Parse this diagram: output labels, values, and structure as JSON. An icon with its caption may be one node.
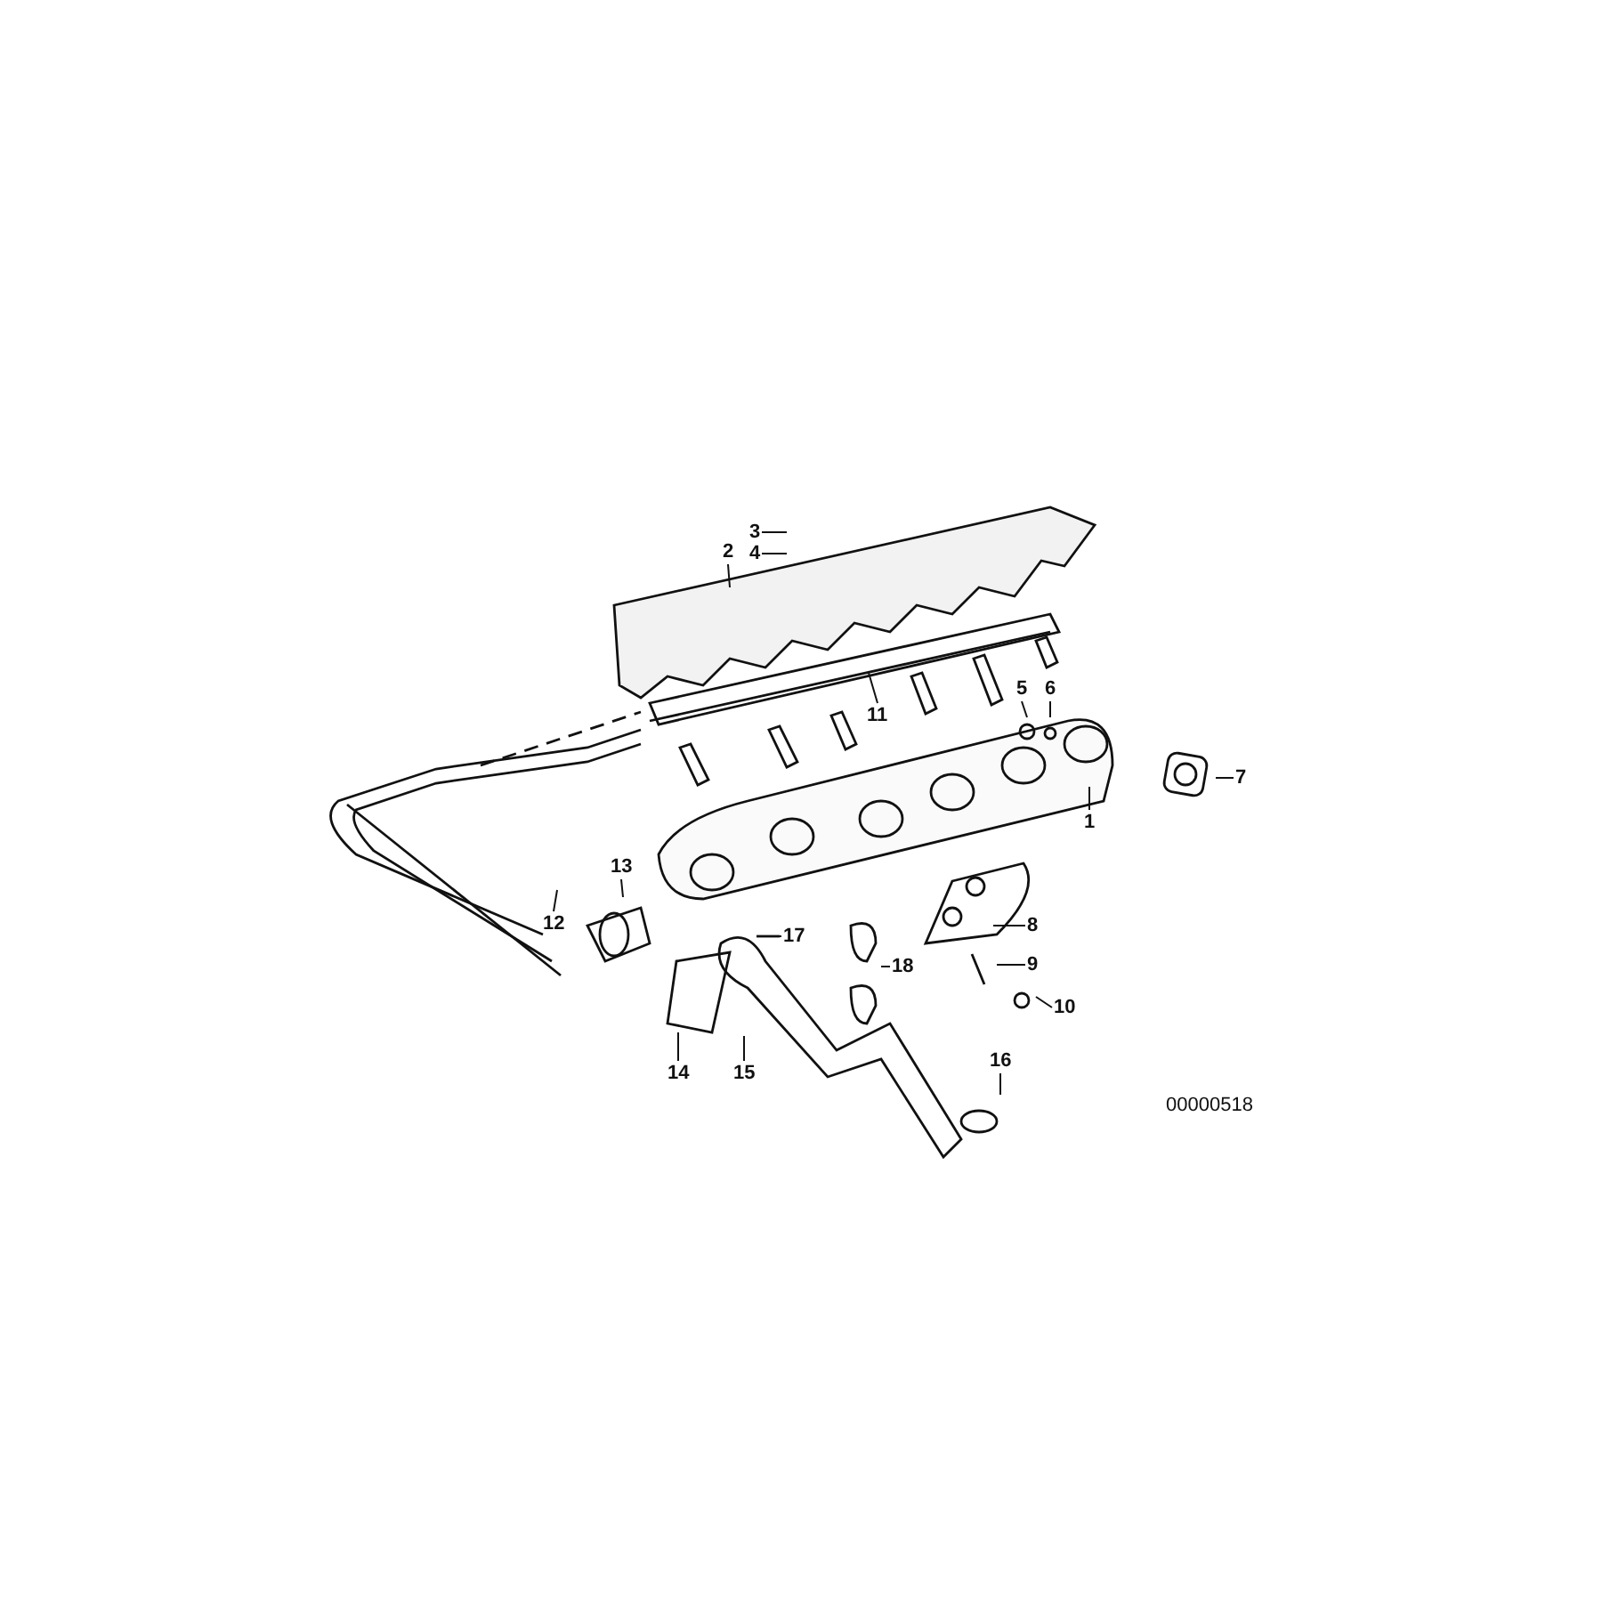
{
  "diagram": {
    "nodes": [
      {
        "text": [
          "1"
        ]
      },
      {
        "text": [
          "2"
        ]
      },
      {
        "text": [
          "3"
        ]
      },
      {
        "text": [
          "4"
        ]
      },
      {
        "text": [
          "5"
        ]
      },
      {
        "text": [
          "6"
        ]
      },
      {
        "text": [
          "7"
        ]
      },
      {
        "text": [
          "8"
        ]
      },
      {
        "text": [
          "9"
        ]
      },
      {
        "text": [
          "10"
        ]
      },
      {
        "text": [
          "11"
        ]
      },
      {
        "text": [
          "12"
        ]
      },
      {
        "text": [
          "13"
        ]
      },
      {
        "text": [
          "14"
        ]
      },
      {
        "text": [
          "15"
        ]
      },
      {
        "text": [
          "16"
        ]
      },
      {
        "text": [
          "17"
        ]
      },
      {
        "text": [
          "18"
        ]
      }
    ],
    "edges": [
      {
        "from": 0,
        "to": null,
        "arrow": "none"
      },
      {
        "from": 1,
        "to": null,
        "arrow": "none"
      },
      {
        "from": 2,
        "to": null,
        "arrow": "none"
      },
      {
        "from": 3,
        "to": null,
        "arrow": "none"
      },
      {
        "from": 4,
        "to": null,
        "arrow": "none"
      },
      {
        "from": 5,
        "to": null,
        "arrow": "none"
      },
      {
        "from": 6,
        "to": null,
        "arrow": "none"
      },
      {
        "from": 7,
        "to": null,
        "arrow": "none"
      },
      {
        "from": 8,
        "to": null,
        "arrow": "none"
      },
      {
        "from": 9,
        "to": null,
        "arrow": "none"
      },
      {
        "from": 10,
        "to": null,
        "arrow": "none"
      },
      {
        "from": 11,
        "to": null,
        "arrow": "none"
      },
      {
        "from": 12,
        "to": null,
        "arrow": "none"
      },
      {
        "from": 13,
        "to": null,
        "arrow": "none"
      },
      {
        "from": 14,
        "to": null,
        "arrow": "none"
      },
      {
        "from": 15,
        "to": null,
        "arrow": "none"
      },
      {
        "from": 16,
        "to": null,
        "arrow": "none"
      },
      {
        "from": 17,
        "to": null,
        "arrow": "none"
      }
    ],
    "labels": [
      "00000518"
    ]
  }
}
